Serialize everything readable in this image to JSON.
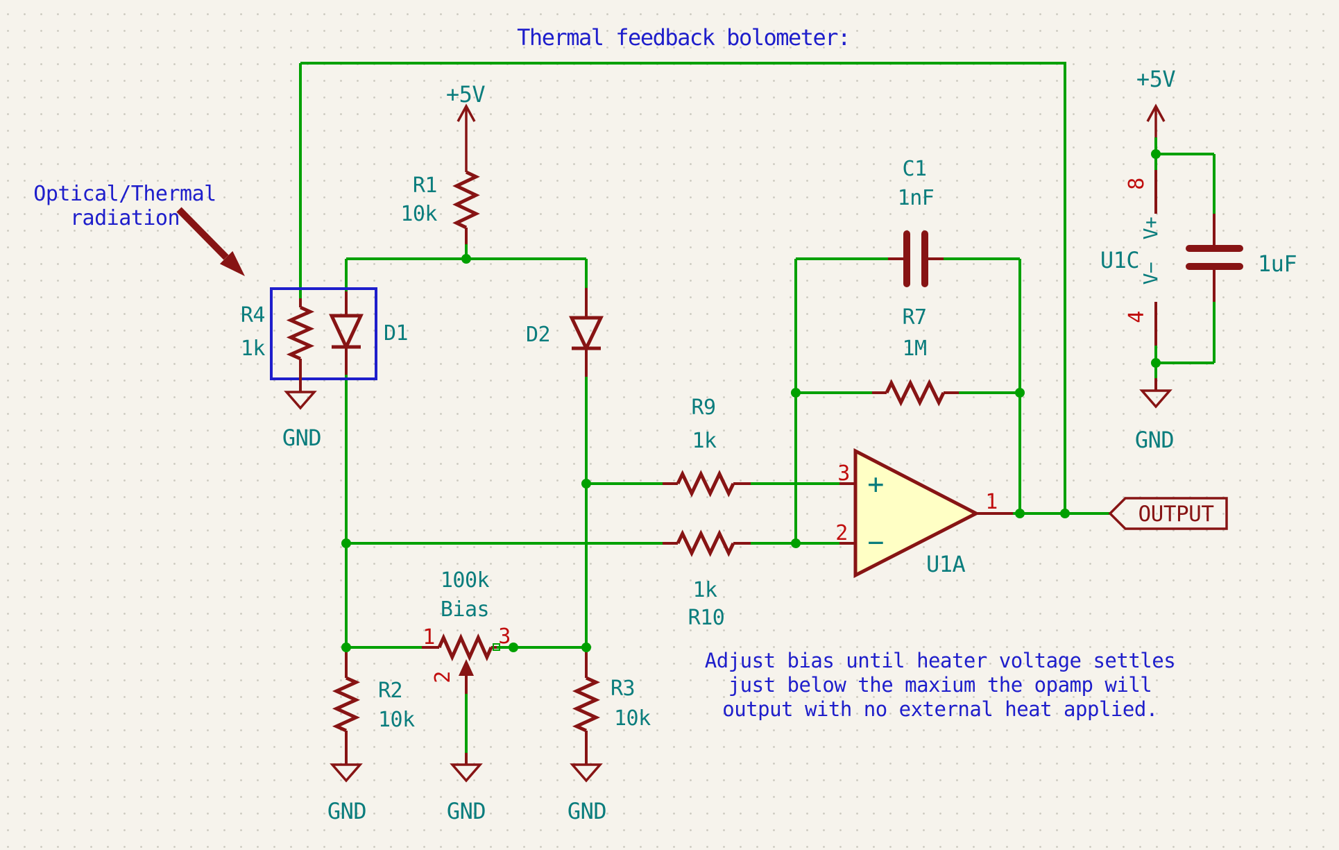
{
  "title": "Thermal feedback bolometer:",
  "notes": {
    "radiation": {
      "line1": "Optical/Thermal",
      "line2": "radiation"
    },
    "bias": {
      "line1": "Adjust bias until heater voltage settles",
      "line2": "just below the maxium the opamp will",
      "line3": "output with no external heat applied."
    }
  },
  "colors": {
    "background": "#F6F3EC",
    "wire": "#00A000",
    "symbol": "#871414",
    "pin_number": "#C00E0E",
    "field": "#0B7D7D",
    "note": "#1E1ECB",
    "box": "#1E1ECB",
    "opamp_fill": "#FFFFC5",
    "grid_dot": "#CBC8BE"
  },
  "power": {
    "rail1": {
      "label": "+5V"
    },
    "rail2": {
      "label": "+5V"
    },
    "gnd_r4": {
      "label": "GND"
    },
    "gnd_r2": {
      "label": "GND"
    },
    "gnd_bias": {
      "label": "GND"
    },
    "gnd_r3": {
      "label": "GND"
    },
    "gnd_u1c": {
      "label": "GND"
    }
  },
  "components": {
    "r1": {
      "ref": "R1",
      "value": "10k"
    },
    "r2": {
      "ref": "R2",
      "value": "10k"
    },
    "r3": {
      "ref": "R3",
      "value": "10k"
    },
    "r4": {
      "ref": "R4",
      "value": "1k"
    },
    "r7": {
      "ref": "R7",
      "value": "1M"
    },
    "r9": {
      "ref": "R9",
      "value": "1k"
    },
    "r10": {
      "ref": "R10",
      "value": "1k"
    },
    "bias_pot": {
      "ref": "Bias",
      "value": "100k",
      "pin1": "1",
      "pin2": "2",
      "pin3": "3"
    },
    "c1": {
      "ref": "C1",
      "value": "1nF"
    },
    "c2": {
      "value": "1uF"
    },
    "d1": {
      "ref": "D1"
    },
    "d2": {
      "ref": "D2"
    },
    "u1a": {
      "ref": "U1A",
      "pin_inp": "3",
      "pin_inn": "2",
      "pin_out": "1",
      "plus": "+",
      "minus": "−"
    },
    "u1c": {
      "ref": "U1C",
      "pin_vplus": "8",
      "pin_vminus": "4",
      "vplus": "V+",
      "vminus": "V−"
    }
  },
  "output_flag": {
    "label": "OUTPUT"
  }
}
